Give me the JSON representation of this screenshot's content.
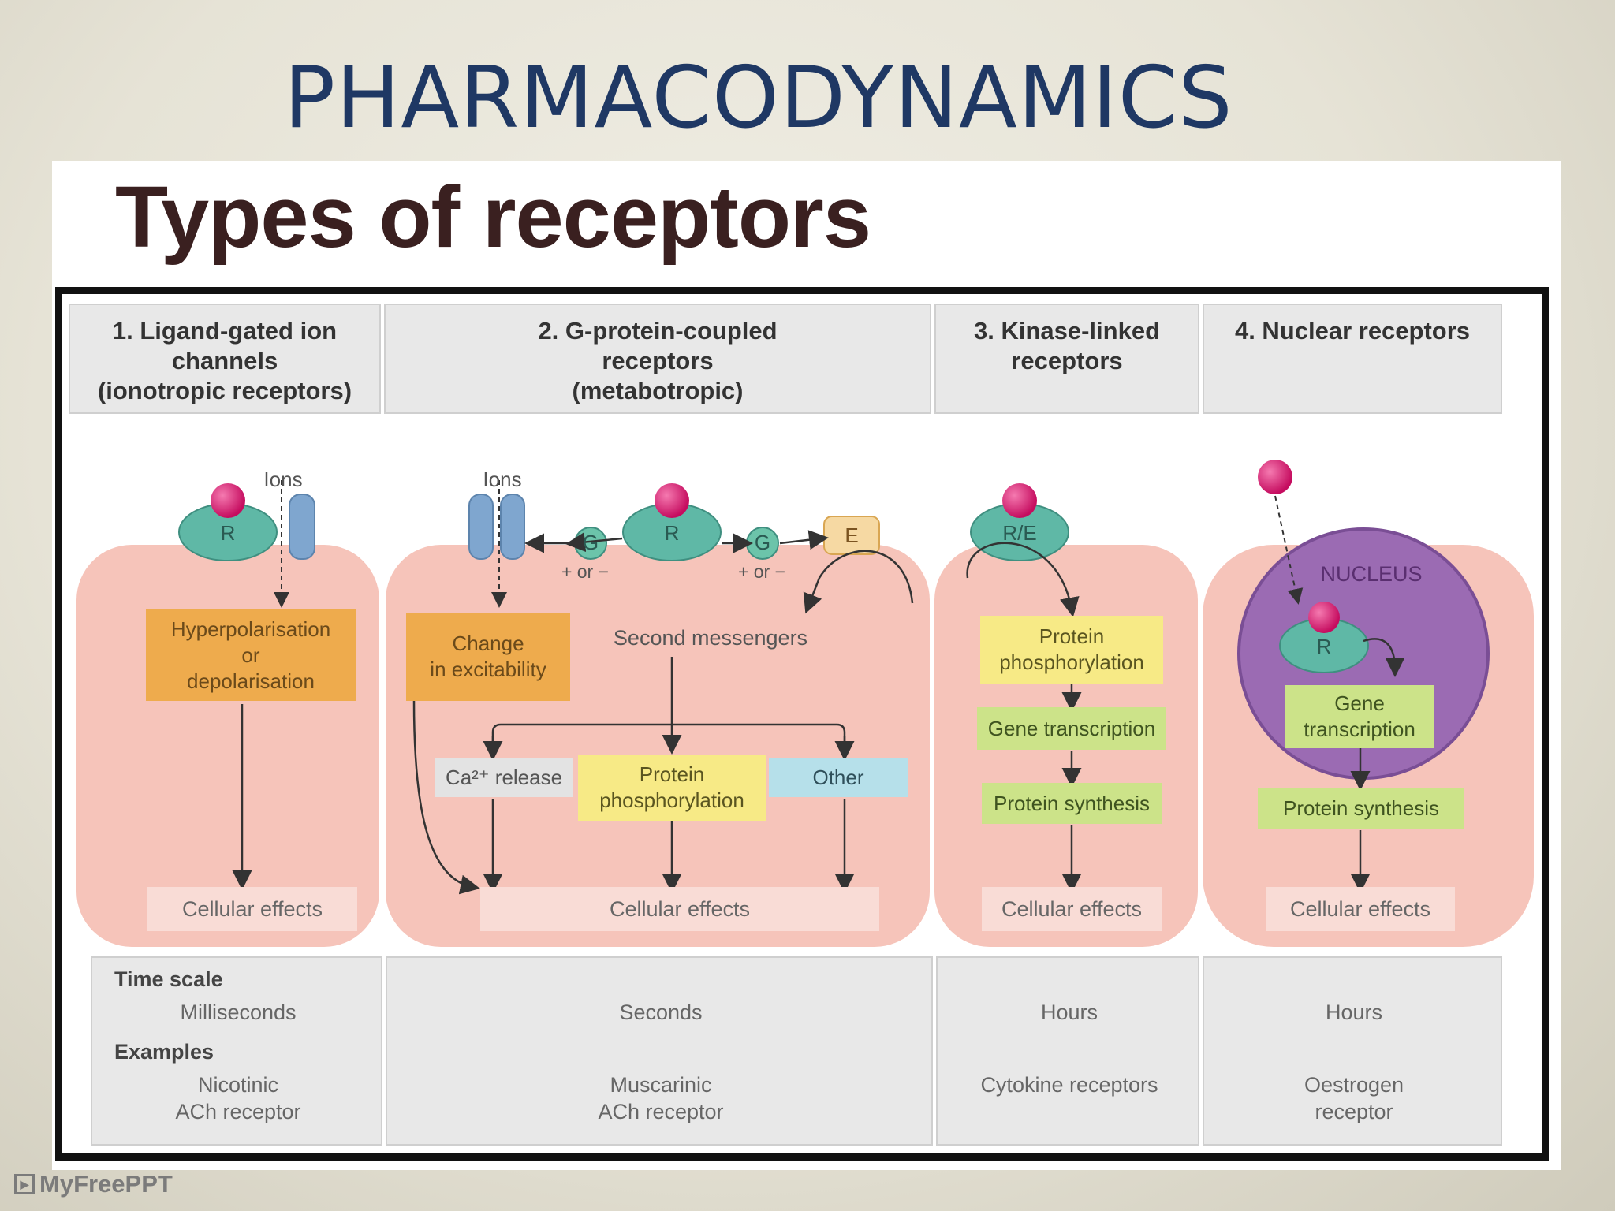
{
  "slide": {
    "title": "PHARMACODYNAMICS"
  },
  "figure": {
    "title": "Types of receptors",
    "columns": [
      {
        "header": "1. Ligand-gated ion\nchannels\n(ionotropic receptors)"
      },
      {
        "header": "2. G-protein-coupled\nreceptors\n(metabotropic)"
      },
      {
        "header": "3. Kinase-linked\nreceptors"
      },
      {
        "header": "4. Nuclear receptors"
      }
    ],
    "col1": {
      "ions": "Ions",
      "receptor": "R",
      "response": "Hyperpolarisation\nor\ndepolarisation",
      "effects": "Cellular effects"
    },
    "col2": {
      "ions": "Ions",
      "receptor": "R",
      "g1": "G",
      "g2": "G",
      "effector": "E",
      "sign1": "+ or −",
      "sign2": "+ or −",
      "excitability": "Change\nin excitability",
      "second_messengers": "Second messengers",
      "ca_release": "Ca²⁺ release",
      "protein_phos": "Protein\nphosphorylation",
      "other": "Other",
      "effects": "Cellular effects"
    },
    "col3": {
      "receptor": "R/E",
      "protein_phos": "Protein\nphosphorylation",
      "gene_transcription": "Gene transcription",
      "protein_synthesis": "Protein synthesis",
      "effects": "Cellular effects"
    },
    "col4": {
      "nucleus": "NUCLEUS",
      "receptor": "R",
      "gene_transcription": "Gene\ntranscription",
      "protein_synthesis": "Protein synthesis",
      "effects": "Cellular effects"
    },
    "footer": {
      "time_scale_label": "Time scale",
      "examples_label": "Examples",
      "time": [
        "Milliseconds",
        "Seconds",
        "Hours",
        "Hours"
      ],
      "examples": [
        "Nicotinic\nACh receptor",
        "Muscarinic\nACh receptor",
        "Cytokine receptors",
        "Oestrogen\nreceptor"
      ]
    }
  },
  "watermark": "MyFreePPT",
  "colors": {
    "title_blue": "#1f3864",
    "cell_pink": "#f6c4ba",
    "receptor_teal": "#5fb8a6",
    "ligand_magenta": "#d4146e",
    "channel_blue": "#7fa6cf",
    "nucleus_purple": "#9b6bb3"
  }
}
